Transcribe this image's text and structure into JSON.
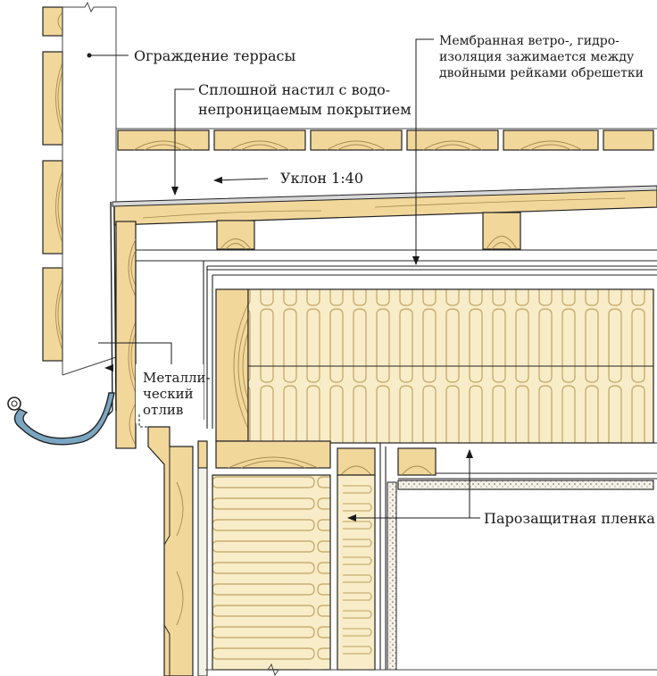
{
  "labels": {
    "terrace_railing": "Ограждение террасы",
    "deck_line1": "Сплошной настил с водо-",
    "deck_line2": "непроницаемым покрытием",
    "slope": "Уклон 1:40",
    "membrane_line1": "Мембранная ветро-, гидро-",
    "membrane_line2": "изоляция зажимается между",
    "membrane_line3": "двойными рейками обрешетки",
    "flashing_line1": "Металли-",
    "flashing_line2": "ческий",
    "flashing_line3": "отлив",
    "vapor_barrier": "Парозащитная пленка"
  },
  "colors": {
    "wood_fill": "#f1d79a",
    "wood_grain": "#a88a4e",
    "insulation_fill": "#f8edc8",
    "insulation_line": "#c9ae72",
    "outline": "#222222",
    "gutter": "#7aa6c2",
    "dotted_board": "#f4f1e8"
  }
}
